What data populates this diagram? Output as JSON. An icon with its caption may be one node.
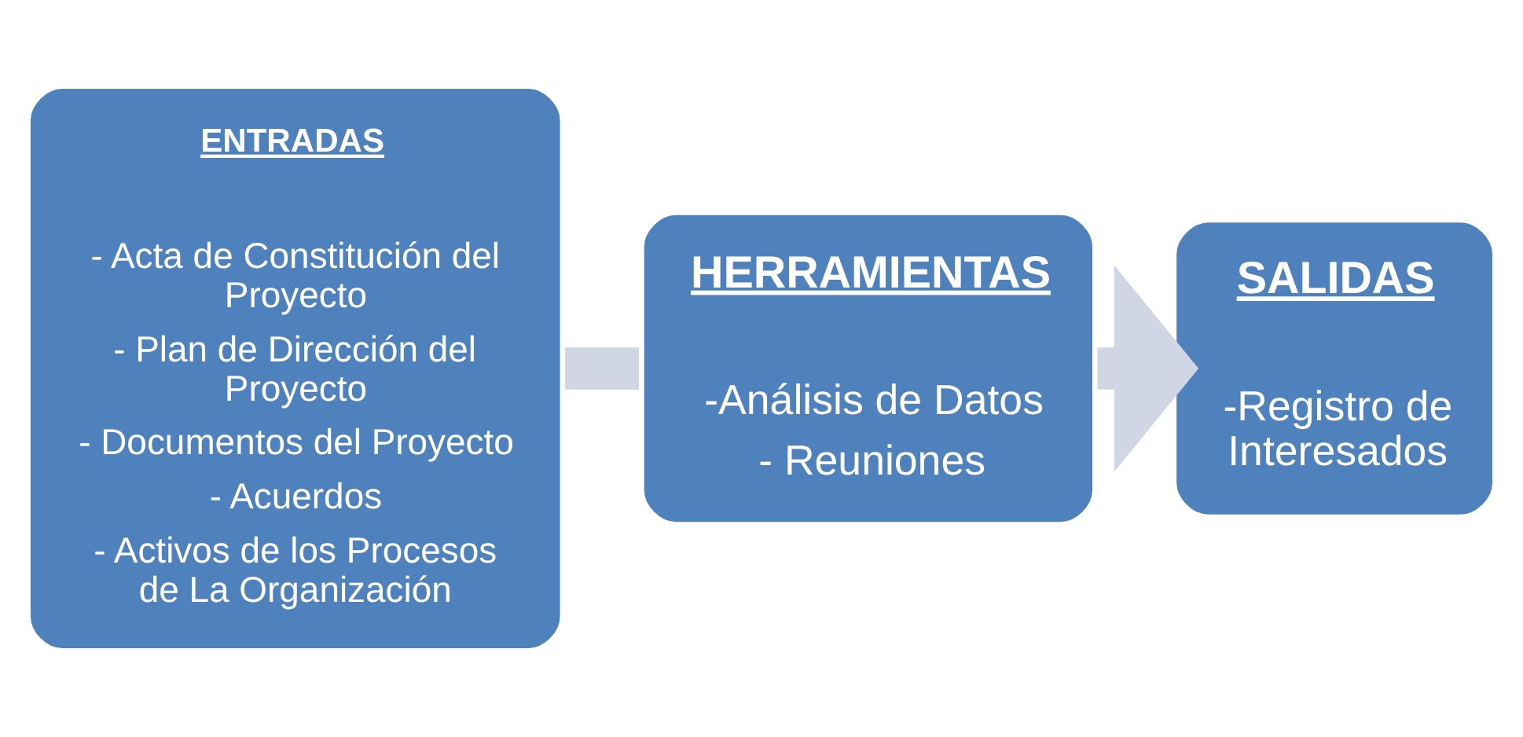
{
  "diagram": {
    "nodes": [
      {
        "text": [
          "ENTRADAS",
          "- Acta de Constitución del Proyecto",
          "- Plan de Dirección del Proyecto",
          "- Documentos del Proyecto",
          "- Acuerdos",
          "- Activos de los Procesos de La Organización"
        ]
      },
      {
        "text": [
          "HERRAMIENTAS",
          "-Análisis de Datos",
          "- Reuniones"
        ]
      },
      {
        "text": [
          "SALIDAS",
          "-Registro de Interesados"
        ]
      }
    ],
    "edges": [
      {
        "from": 0,
        "to": 1,
        "arrow": "none"
      },
      {
        "from": 1,
        "to": 2,
        "arrow": "to"
      }
    ]
  }
}
